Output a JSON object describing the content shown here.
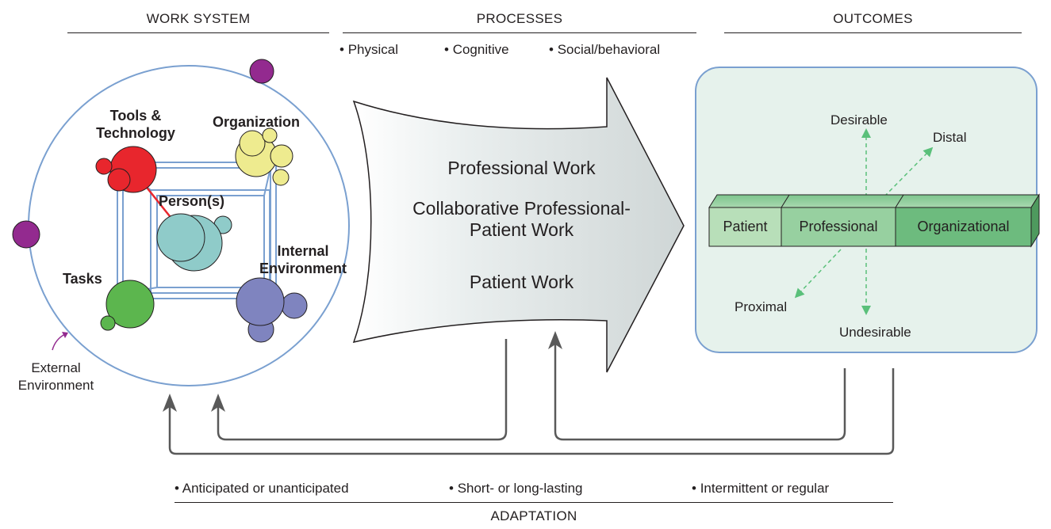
{
  "headers": {
    "work_system": "WORK SYSTEM",
    "processes": "PROCESSES",
    "outcomes": "OUTCOMES",
    "adaptation": "ADAPTATION"
  },
  "process_types": [
    "Physical",
    "Cognitive",
    "Social/behavioral"
  ],
  "work_system": {
    "tools": "Tools & Technology",
    "organization": "Organization",
    "persons": "Person(s)",
    "internal_environment": "Internal Environment",
    "tasks": "Tasks",
    "external_environment": "External Environment"
  },
  "process_work": [
    "Professional Work",
    "Collaborative Professional-Patient Work",
    "Patient Work"
  ],
  "outcomes": {
    "segments": [
      "Patient",
      "Professional",
      "Organizational"
    ],
    "desirable": "Desirable",
    "undesirable": "Undesirable",
    "distal": "Distal",
    "proximal": "Proximal"
  },
  "adaptation_types": [
    "Anticipated or unanticipated",
    "Short- or long-lasting",
    "Intermittent or regular"
  ],
  "colors": {
    "tools": "#e8262d",
    "organization": "#eeeb8f",
    "persons": "#8fcbc9",
    "tasks": "#5cb64e",
    "internal_environment": "#7f84bf",
    "external_dots": "#932a8f",
    "circle_outline": "#7aa0d0",
    "outcome_box": "#e6f2ec",
    "arrow_gray": "#595959",
    "dashed_green": "#5ac07a"
  }
}
